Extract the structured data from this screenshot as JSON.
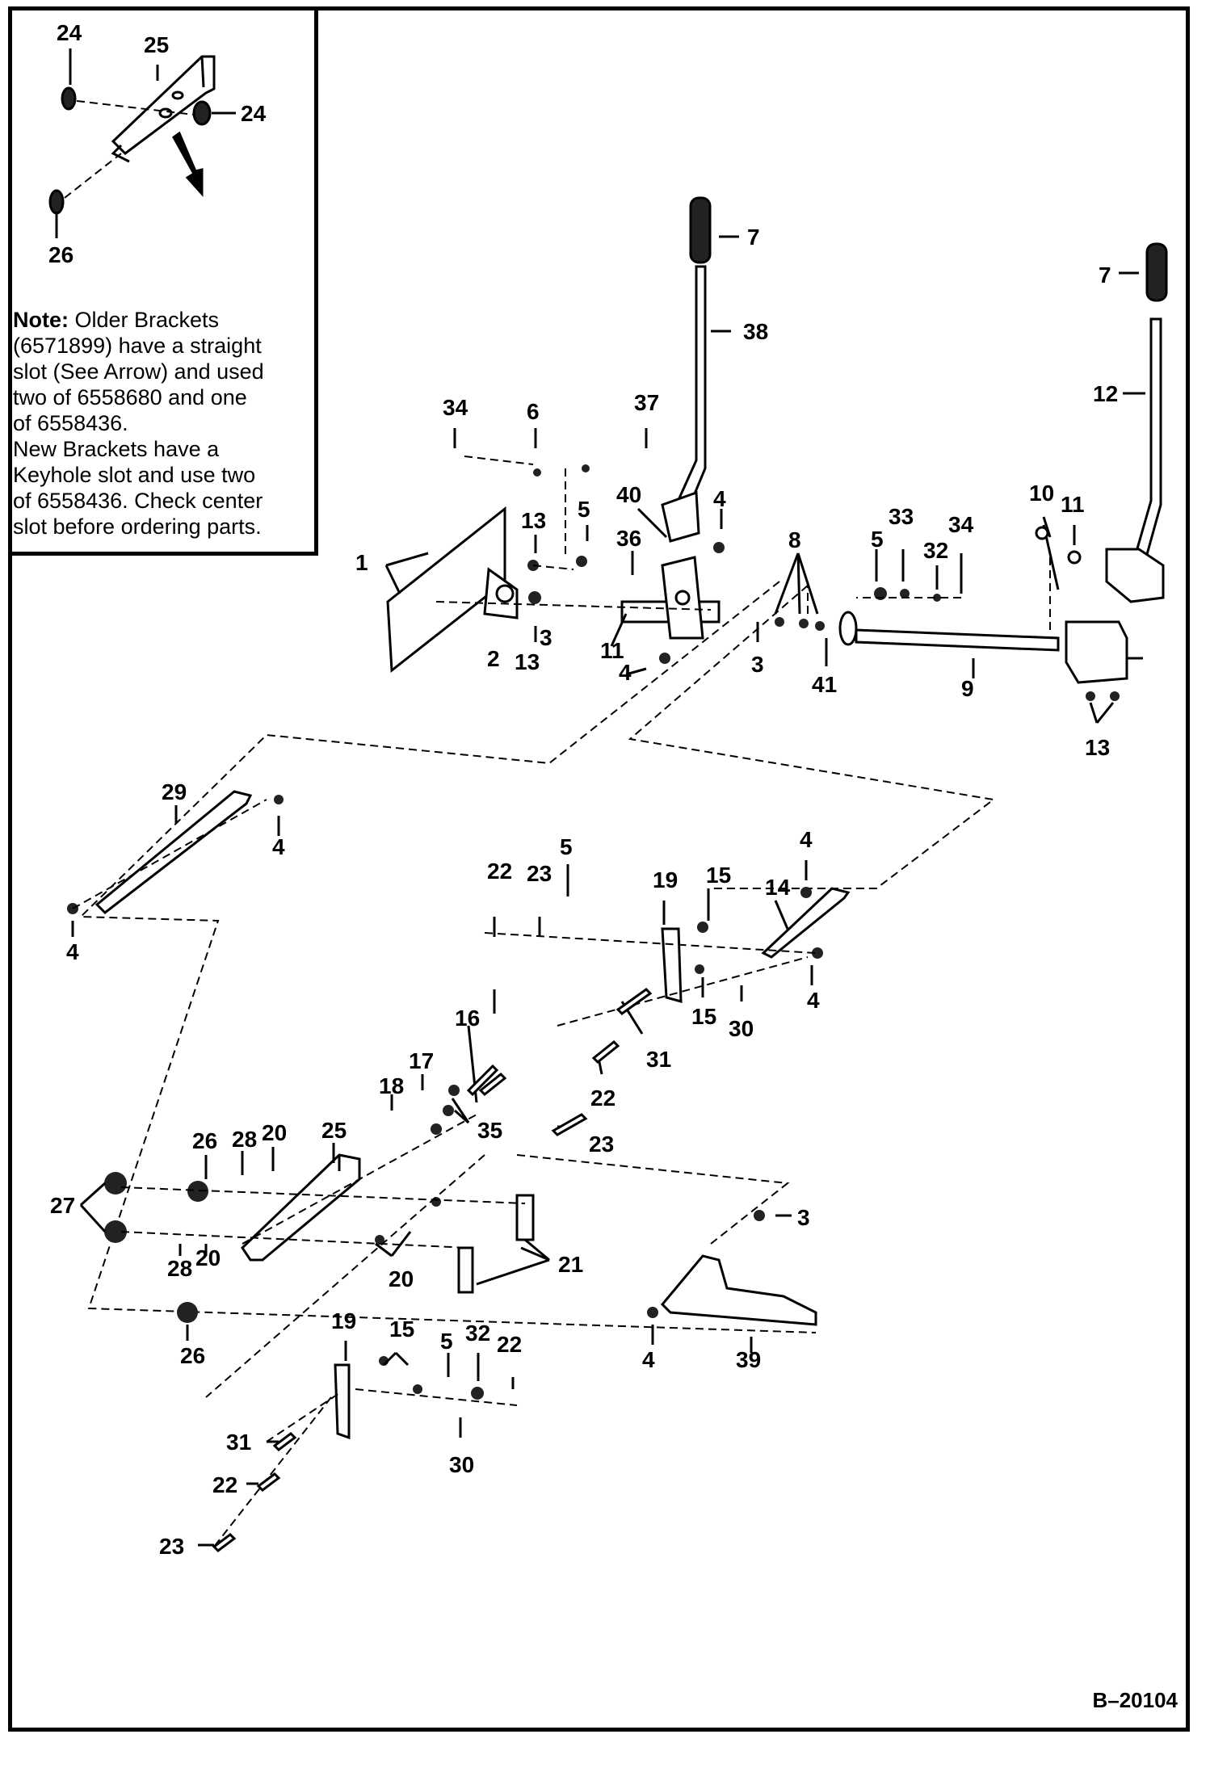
{
  "inset_note": {
    "label": "Note:",
    "line1": " Older Brackets",
    "line2": "(6571899) have a straight",
    "line3": "slot (See Arrow) and used",
    "line4": "two of 6558680 and one",
    "line5": "of 6558436.",
    "line6": "New Brackets have a",
    "line7": "Keyhole slot and use two",
    "line8": "of 6558436. Check center",
    "line9": "slot before ordering parts."
  },
  "drawing_id": "B–20104",
  "callouts": {
    "c24a": "24",
    "c25a": "25",
    "c24b": "24",
    "c26a": "26",
    "c7a": "7",
    "c38": "38",
    "c7b": "7",
    "c12": "12",
    "c37": "37",
    "c34a": "34",
    "c6": "6",
    "c40": "40",
    "c4a": "4",
    "c5a": "5",
    "c36": "36",
    "c13a": "13",
    "c1": "1",
    "c3a": "3",
    "c2": "2",
    "c13b": "13",
    "c11a": "11",
    "c4b": "4",
    "c8": "8",
    "c5b": "5",
    "c33": "33",
    "c32a": "32",
    "c34b": "34",
    "c10": "10",
    "c11b": "11",
    "c3b": "3",
    "c41": "41",
    "c9": "9",
    "c13c": "13",
    "c29": "29",
    "c4c": "4",
    "c4d": "4",
    "c5c": "5",
    "c22a": "22",
    "c23a": "23",
    "c19a": "19",
    "c15a": "15",
    "c4e": "4",
    "c14": "14",
    "c4f": "4",
    "c15b": "15",
    "c30a": "30",
    "c16": "16",
    "c31a": "31",
    "c17": "17",
    "c18": "18",
    "c22b": "22",
    "c35": "35",
    "c23b": "23",
    "c28a": "28",
    "c20a": "20",
    "c25b": "25",
    "c26b": "26",
    "c27": "27",
    "c28b": "28",
    "c20b": "20",
    "c20c": "20",
    "c21": "21",
    "c3c": "3",
    "c26c": "26",
    "c4g": "4",
    "c39": "39",
    "c19b": "19",
    "c15c": "15",
    "c5d": "5",
    "c32b": "32",
    "c22c": "22",
    "c31b": "31",
    "c30b": "30",
    "c22d": "22",
    "c23c": "23"
  }
}
